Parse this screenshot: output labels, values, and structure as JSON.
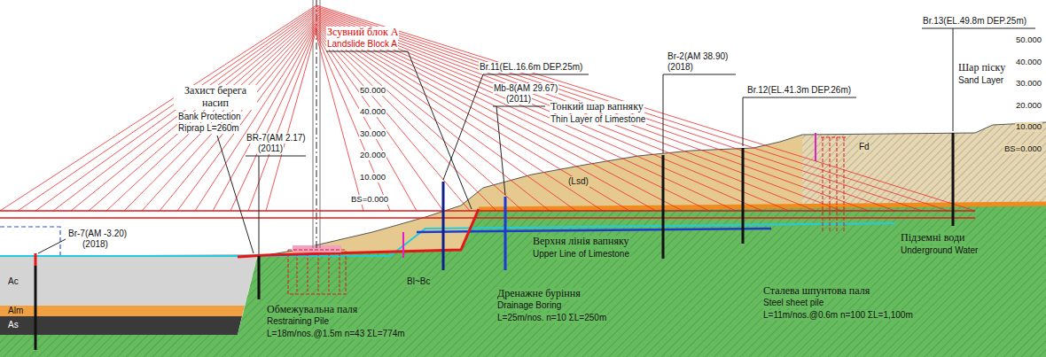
{
  "diagram": {
    "labels": [
      "Зсувний блок A",
      "Landslide Block A",
      "Захист берега насип",
      "Bank Protection",
      "Riprap L=260m",
      "Br-7(AM -3.20)",
      "(2018)",
      "BR-7(AM 2.17)",
      "(2011)",
      "Br.11(EL.16.6m DEP.25m)",
      "Mb-8(AM 29.67)",
      "(2011)",
      "Тонкий шар вапняку",
      "Thin Layer of Limestone",
      "(Lsd)",
      "Br-2(AM 38.90)",
      "(2018)",
      "Br.12(EL.41.3m DEP.26m)",
      "Br.13(EL.49.8m DEP.25m)",
      "Шар піску",
      "Sand Layer",
      "Fd",
      "Підземні води",
      "Underground Water",
      "Верхня лінія вапняку",
      "Upper Line of Limestone",
      "Обмежувальна паля",
      "Restraining Pile",
      "L=18m/nos.@1.5m n=43 ΣL=774m",
      "Дренажне буріння",
      "Drainage Boring",
      "L=25m/nos. n=10 ΣL=250m",
      "Сталева шпунтова паля",
      "Steel sheet pile",
      "L=11m/nos.@0.6m n=100 ΣL=1,100m",
      "Bl~Bc",
      "Ac",
      "Alm",
      "As",
      "50.000",
      "40.000",
      "30.000",
      "20.000",
      "10.000",
      "BS=0.000",
      "50.000",
      "40.000",
      "30.000",
      "20.000",
      "10.000",
      "BS=0.000"
    ]
  }
}
